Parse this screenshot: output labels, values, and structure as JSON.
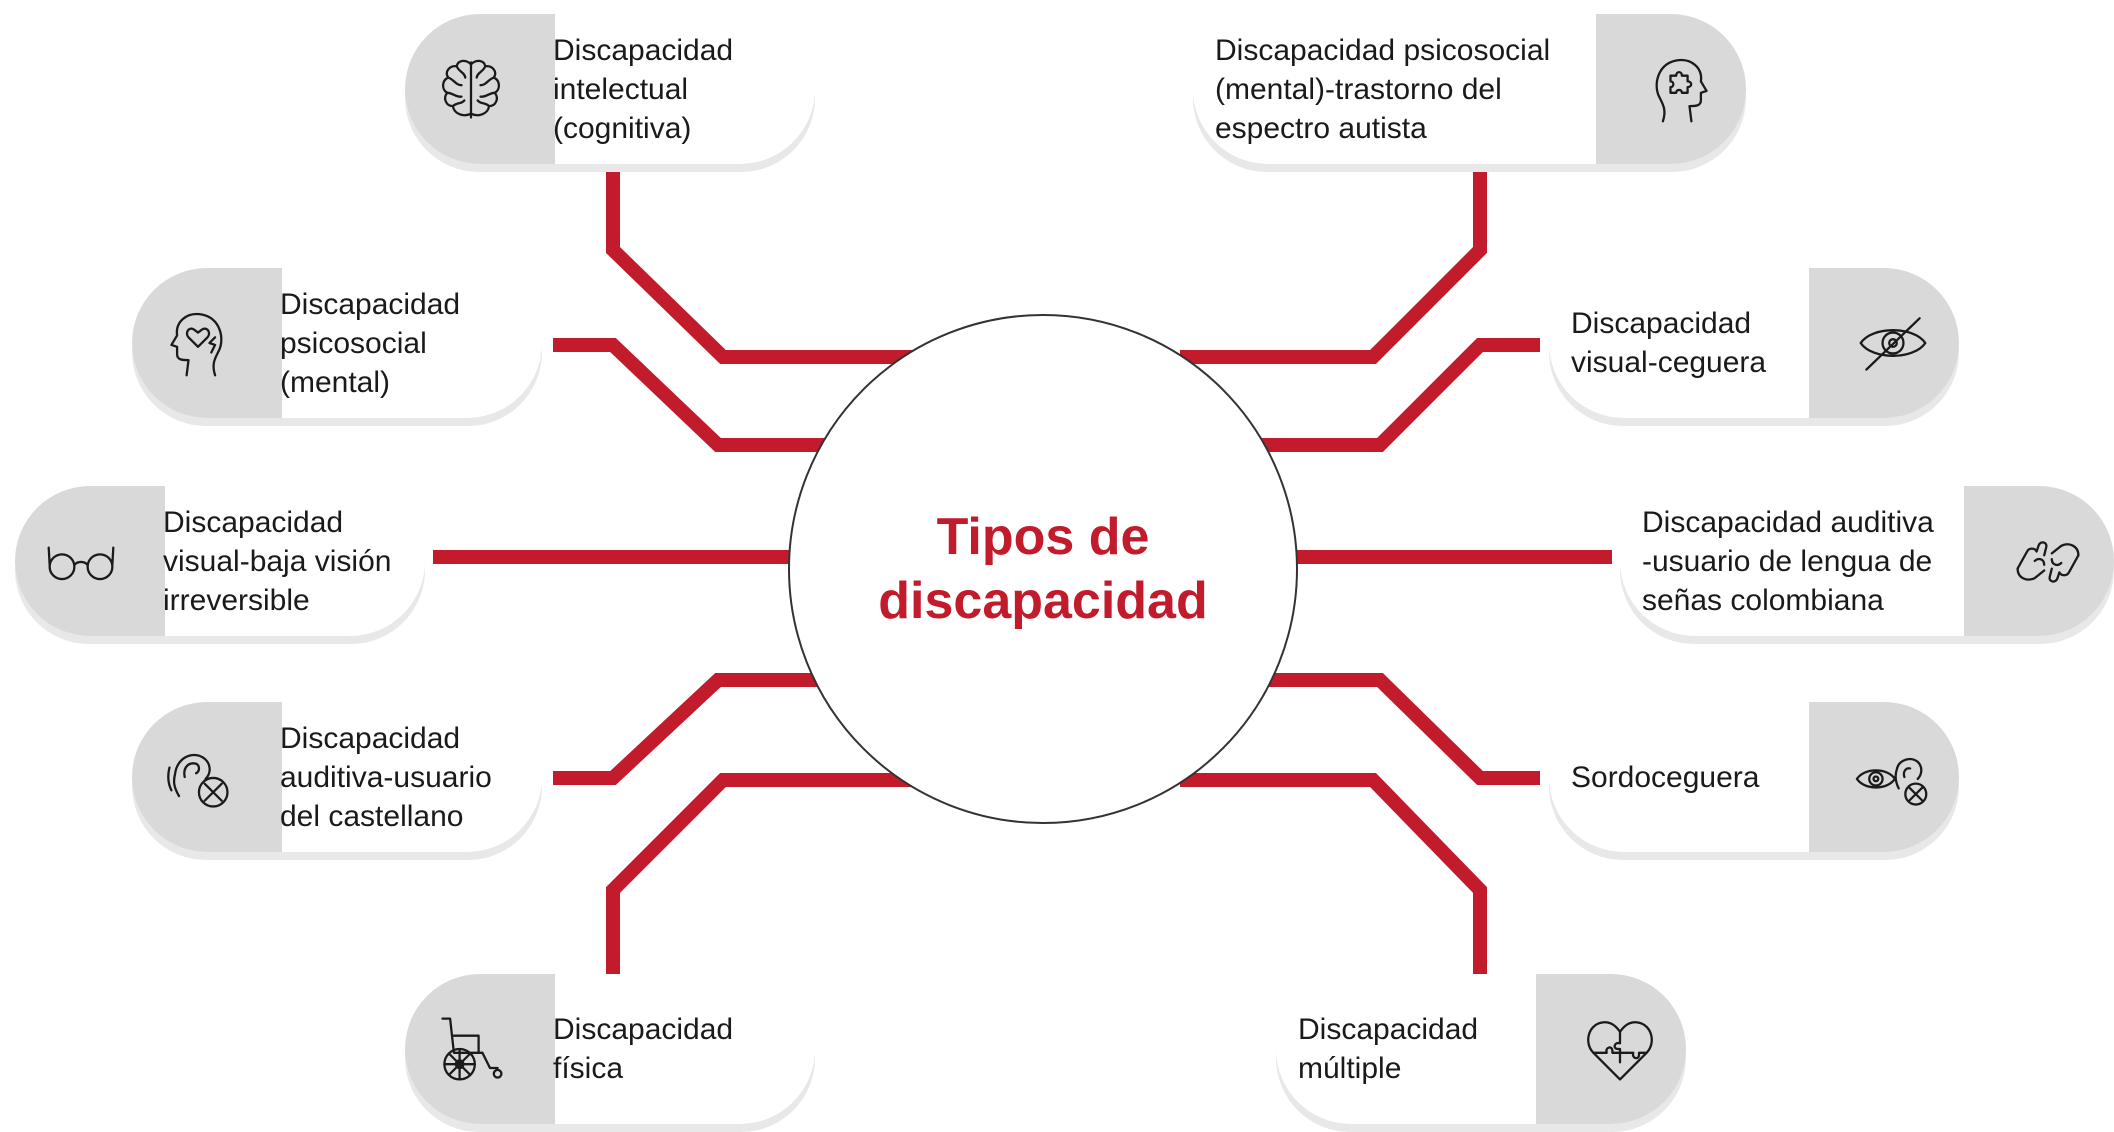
{
  "center": {
    "title": "Tipos de discapacidad"
  },
  "accent_color": "#c21b2c",
  "nodes": [
    {
      "label": "Discapacidad\nintelectual\n(cognitiva)",
      "icon": "brain-icon"
    },
    {
      "label": "Discapacidad psicosocial\n(mental)-trastorno del\nespectro autista",
      "icon": "head-puzzle-icon"
    },
    {
      "label": "Discapacidad\npsicosocial\n(mental)",
      "icon": "head-heart-icon"
    },
    {
      "label": "Discapacidad\nvisual-ceguera",
      "icon": "eye-slash-icon"
    },
    {
      "label": "Discapacidad\nvisual-baja visión\nirreversible",
      "icon": "glasses-icon"
    },
    {
      "label": "Discapacidad auditiva\n-usuario de lengua de\nseñas colombiana",
      "icon": "sign-language-hands-icon"
    },
    {
      "label": "Discapacidad\nauditiva-usuario\ndel castellano",
      "icon": "ear-cross-icon"
    },
    {
      "label": "Sordoceguera",
      "icon": "eye-ear-icon"
    },
    {
      "label": "Discapacidad\nfísica",
      "icon": "wheelchair-icon"
    },
    {
      "label": "Discapacidad\nmúltiple",
      "icon": "heart-puzzle-icon"
    }
  ]
}
